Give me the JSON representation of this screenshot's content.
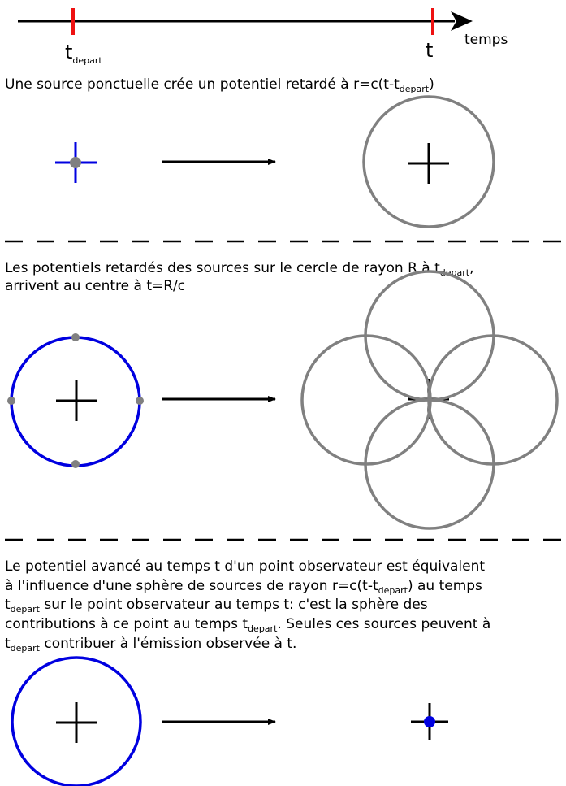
{
  "timeline": {
    "axis_label": "temps",
    "start_label": "t",
    "start_label_sub": "depart",
    "end_label": "t"
  },
  "section1": {
    "caption_pre": "Une source ponctuelle crée un potentiel retardé à r=c(t-t",
    "caption_sub": "depart",
    "caption_post": ")"
  },
  "section2": {
    "line1_pre": "Les potentiels retardés des sources sur le cercle de rayon R à t",
    "line1_sub": "depart",
    "line1_post": ",",
    "line2": "arrivent au centre à t=R/c"
  },
  "section3": {
    "line1": "Le potentiel avancé au temps t d'un point observateur est équivalent",
    "line2_pre": "à l'influence d'une sphère de sources de rayon r=c(t-t",
    "line2_sub": "depart",
    "line2_post": ") au temps",
    "line3_sub": "depart",
    "line3_post": " sur le point observateur au temps t: c'est la sphère des",
    "line4_pre": "contributions à ce point au temps t",
    "line4_sub": "depart",
    "line4_post": ". Seules ces sources peuvent à",
    "line5_sub": "depart",
    "line5_post": " contribuer à l'émission observée à t.",
    "t_char": "t"
  },
  "colors": {
    "source_blue": "#0000e0",
    "wave_gray": "#808080",
    "tick_red": "#ee1111",
    "ink": "#000000"
  }
}
